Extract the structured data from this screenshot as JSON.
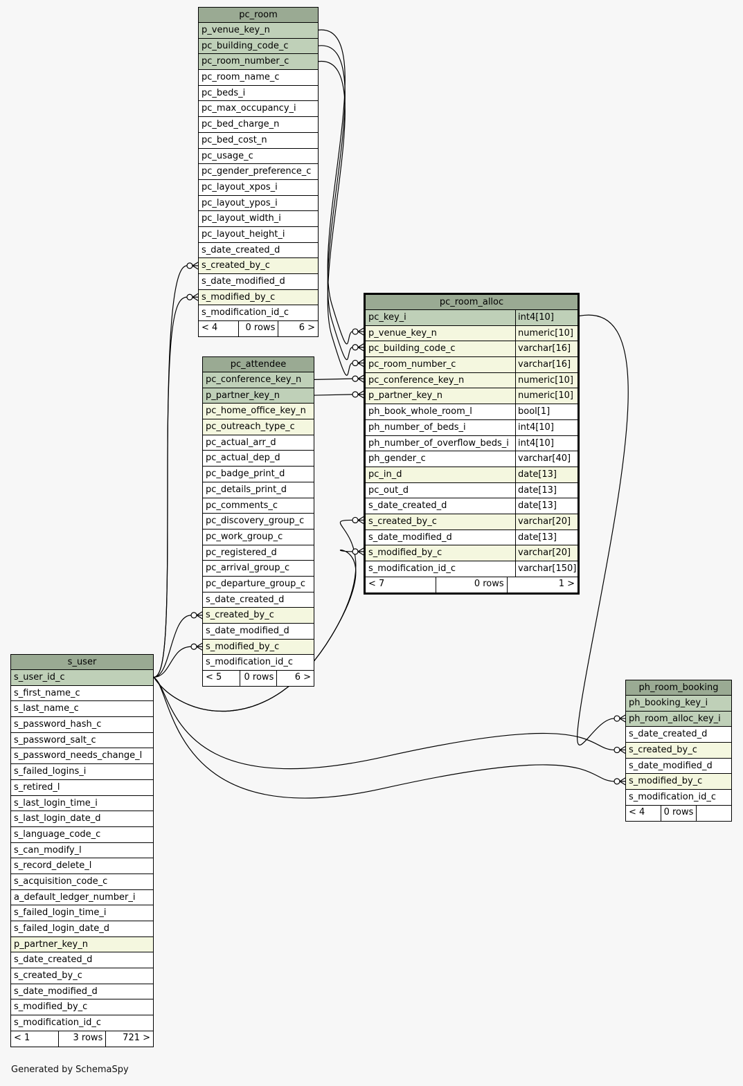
{
  "tables": [
    {
      "id": "pc_room",
      "name": "pc_room",
      "focus": false,
      "columns": [
        {
          "name": "p_venue_key_n",
          "kind": "pk"
        },
        {
          "name": "pc_building_code_c",
          "kind": "pk"
        },
        {
          "name": "pc_room_number_c",
          "kind": "pk"
        },
        {
          "name": "pc_room_name_c",
          "kind": ""
        },
        {
          "name": "pc_beds_i",
          "kind": ""
        },
        {
          "name": "pc_max_occupancy_i",
          "kind": ""
        },
        {
          "name": "pc_bed_charge_n",
          "kind": ""
        },
        {
          "name": "pc_bed_cost_n",
          "kind": ""
        },
        {
          "name": "pc_usage_c",
          "kind": ""
        },
        {
          "name": "pc_gender_preference_c",
          "kind": ""
        },
        {
          "name": "pc_layout_xpos_i",
          "kind": ""
        },
        {
          "name": "pc_layout_ypos_i",
          "kind": ""
        },
        {
          "name": "pc_layout_width_i",
          "kind": ""
        },
        {
          "name": "pc_layout_height_i",
          "kind": ""
        },
        {
          "name": "s_date_created_d",
          "kind": ""
        },
        {
          "name": "s_created_by_c",
          "kind": "fk"
        },
        {
          "name": "s_date_modified_d",
          "kind": ""
        },
        {
          "name": "s_modified_by_c",
          "kind": "fk"
        },
        {
          "name": "s_modification_id_c",
          "kind": ""
        }
      ],
      "footer": [
        "< 4",
        "0 rows",
        "6 >"
      ]
    },
    {
      "id": "pc_room_alloc",
      "name": "pc_room_alloc",
      "focus": true,
      "columns": [
        {
          "name": "pc_key_i",
          "type": "int4[10]",
          "kind": "pk"
        },
        {
          "name": "p_venue_key_n",
          "type": "numeric[10]",
          "kind": "fk"
        },
        {
          "name": "pc_building_code_c",
          "type": "varchar[16]",
          "kind": "fk"
        },
        {
          "name": "pc_room_number_c",
          "type": "varchar[16]",
          "kind": "fk"
        },
        {
          "name": "pc_conference_key_n",
          "type": "numeric[10]",
          "kind": "fk"
        },
        {
          "name": "p_partner_key_n",
          "type": "numeric[10]",
          "kind": "fk"
        },
        {
          "name": "ph_book_whole_room_l",
          "type": "bool[1]",
          "kind": ""
        },
        {
          "name": "ph_number_of_beds_i",
          "type": "int4[10]",
          "kind": ""
        },
        {
          "name": "ph_number_of_overflow_beds_i",
          "type": "int4[10]",
          "kind": ""
        },
        {
          "name": "ph_gender_c",
          "type": "varchar[40]",
          "kind": ""
        },
        {
          "name": "pc_in_d",
          "type": "date[13]",
          "kind": "fk"
        },
        {
          "name": "pc_out_d",
          "type": "date[13]",
          "kind": ""
        },
        {
          "name": "s_date_created_d",
          "type": "date[13]",
          "kind": ""
        },
        {
          "name": "s_created_by_c",
          "type": "varchar[20]",
          "kind": "fk"
        },
        {
          "name": "s_date_modified_d",
          "type": "date[13]",
          "kind": ""
        },
        {
          "name": "s_modified_by_c",
          "type": "varchar[20]",
          "kind": "fk"
        },
        {
          "name": "s_modification_id_c",
          "type": "varchar[150]",
          "kind": ""
        }
      ],
      "footer": [
        "< 7",
        "0 rows",
        "1 >"
      ]
    },
    {
      "id": "pc_attendee",
      "name": "pc_attendee",
      "focus": false,
      "columns": [
        {
          "name": "pc_conference_key_n",
          "kind": "pk"
        },
        {
          "name": "p_partner_key_n",
          "kind": "pk"
        },
        {
          "name": "pc_home_office_key_n",
          "kind": "fk"
        },
        {
          "name": "pc_outreach_type_c",
          "kind": "fk"
        },
        {
          "name": "pc_actual_arr_d",
          "kind": ""
        },
        {
          "name": "pc_actual_dep_d",
          "kind": ""
        },
        {
          "name": "pc_badge_print_d",
          "kind": ""
        },
        {
          "name": "pc_details_print_d",
          "kind": ""
        },
        {
          "name": "pc_comments_c",
          "kind": ""
        },
        {
          "name": "pc_discovery_group_c",
          "kind": ""
        },
        {
          "name": "pc_work_group_c",
          "kind": ""
        },
        {
          "name": "pc_registered_d",
          "kind": ""
        },
        {
          "name": "pc_arrival_group_c",
          "kind": ""
        },
        {
          "name": "pc_departure_group_c",
          "kind": ""
        },
        {
          "name": "s_date_created_d",
          "kind": ""
        },
        {
          "name": "s_created_by_c",
          "kind": "fk"
        },
        {
          "name": "s_date_modified_d",
          "kind": ""
        },
        {
          "name": "s_modified_by_c",
          "kind": "fk"
        },
        {
          "name": "s_modification_id_c",
          "kind": ""
        }
      ],
      "footer": [
        "< 5",
        "0 rows",
        "6 >"
      ]
    },
    {
      "id": "s_user",
      "name": "s_user",
      "focus": false,
      "columns": [
        {
          "name": "s_user_id_c",
          "kind": "pk"
        },
        {
          "name": "s_first_name_c",
          "kind": ""
        },
        {
          "name": "s_last_name_c",
          "kind": ""
        },
        {
          "name": "s_password_hash_c",
          "kind": ""
        },
        {
          "name": "s_password_salt_c",
          "kind": ""
        },
        {
          "name": "s_password_needs_change_l",
          "kind": ""
        },
        {
          "name": "s_failed_logins_i",
          "kind": ""
        },
        {
          "name": "s_retired_l",
          "kind": ""
        },
        {
          "name": "s_last_login_time_i",
          "kind": ""
        },
        {
          "name": "s_last_login_date_d",
          "kind": ""
        },
        {
          "name": "s_language_code_c",
          "kind": ""
        },
        {
          "name": "s_can_modify_l",
          "kind": ""
        },
        {
          "name": "s_record_delete_l",
          "kind": ""
        },
        {
          "name": "s_acquisition_code_c",
          "kind": ""
        },
        {
          "name": "a_default_ledger_number_i",
          "kind": ""
        },
        {
          "name": "s_failed_login_time_i",
          "kind": ""
        },
        {
          "name": "s_failed_login_date_d",
          "kind": ""
        },
        {
          "name": "p_partner_key_n",
          "kind": "fk"
        },
        {
          "name": "s_date_created_d",
          "kind": ""
        },
        {
          "name": "s_created_by_c",
          "kind": ""
        },
        {
          "name": "s_date_modified_d",
          "kind": ""
        },
        {
          "name": "s_modified_by_c",
          "kind": ""
        },
        {
          "name": "s_modification_id_c",
          "kind": ""
        }
      ],
      "footer": [
        "< 1",
        "3 rows",
        "721 >"
      ]
    },
    {
      "id": "ph_room_booking",
      "name": "ph_room_booking",
      "focus": false,
      "columns": [
        {
          "name": "ph_booking_key_i",
          "kind": "pk"
        },
        {
          "name": "ph_room_alloc_key_i",
          "kind": "pk"
        },
        {
          "name": "s_date_created_d",
          "kind": ""
        },
        {
          "name": "s_created_by_c",
          "kind": "fk"
        },
        {
          "name": "s_date_modified_d",
          "kind": ""
        },
        {
          "name": "s_modified_by_c",
          "kind": "fk"
        },
        {
          "name": "s_modification_id_c",
          "kind": ""
        }
      ],
      "footer": [
        "< 4",
        "0 rows",
        ""
      ]
    }
  ],
  "relationships": [
    {
      "from": "pc_room.p_venue_key_n",
      "to": "pc_room_alloc.p_venue_key_n"
    },
    {
      "from": "pc_room.pc_building_code_c",
      "to": "pc_room_alloc.pc_building_code_c"
    },
    {
      "from": "pc_room.pc_room_number_c",
      "to": "pc_room_alloc.pc_room_number_c"
    },
    {
      "from": "pc_attendee.pc_conference_key_n",
      "to": "pc_room_alloc.pc_conference_key_n"
    },
    {
      "from": "pc_attendee.p_partner_key_n",
      "to": "pc_room_alloc.p_partner_key_n"
    },
    {
      "from": "pc_room_alloc.pc_key_i",
      "to": "ph_room_booking.ph_room_alloc_key_i"
    },
    {
      "from": "s_user.s_user_id_c",
      "to": "pc_room.s_created_by_c"
    },
    {
      "from": "s_user.s_user_id_c",
      "to": "pc_room.s_modified_by_c"
    },
    {
      "from": "s_user.s_user_id_c",
      "to": "pc_attendee.s_created_by_c"
    },
    {
      "from": "s_user.s_user_id_c",
      "to": "pc_attendee.s_modified_by_c"
    },
    {
      "from": "s_user.s_user_id_c",
      "to": "pc_room_alloc.s_created_by_c"
    },
    {
      "from": "s_user.s_user_id_c",
      "to": "pc_room_alloc.s_modified_by_c"
    },
    {
      "from": "s_user.s_user_id_c",
      "to": "ph_room_booking.s_created_by_c"
    },
    {
      "from": "s_user.s_user_id_c",
      "to": "ph_room_booking.s_modified_by_c"
    }
  ],
  "colors": {
    "header": "#9aaa93",
    "primary_key": "#bfd0b8",
    "foreign_key": "#f4f7df",
    "background": "#f7f7f7"
  },
  "footer_note": "Generated by SchemaSpy"
}
